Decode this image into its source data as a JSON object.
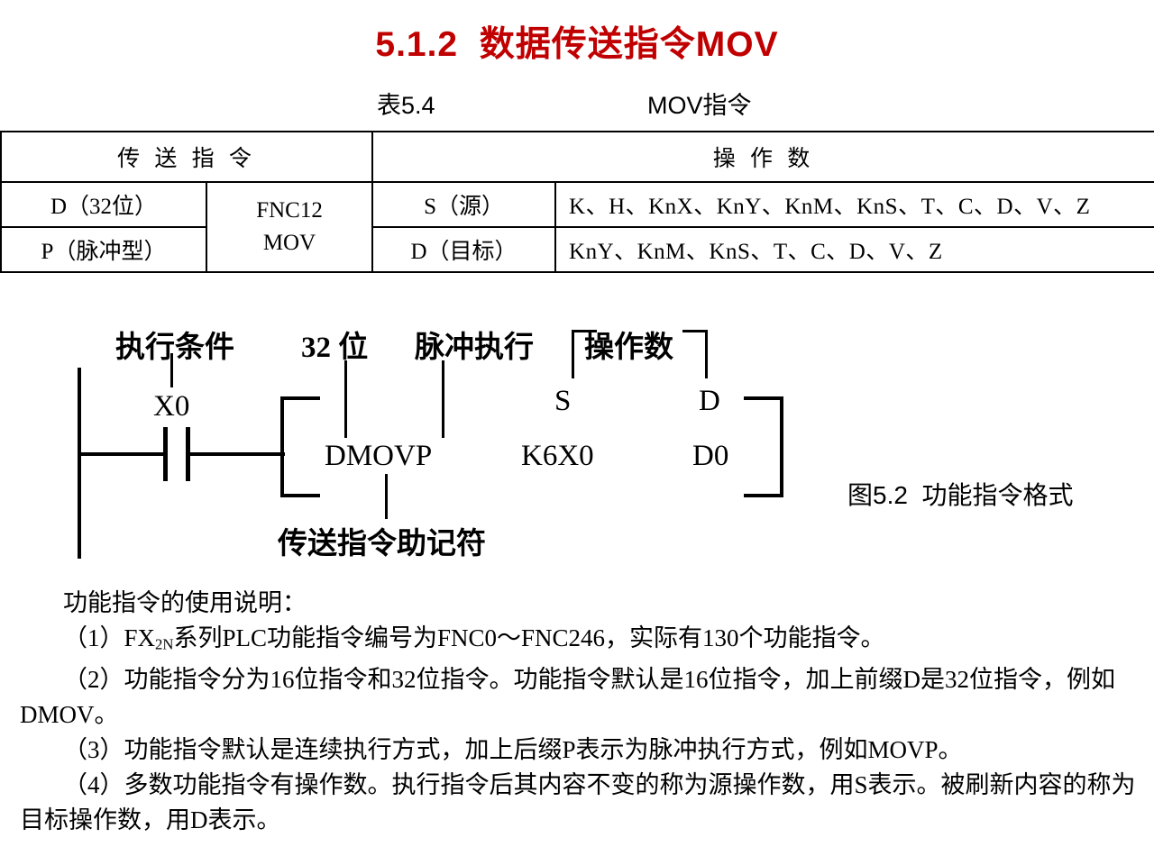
{
  "slide": {
    "title": "5.1.2  数据传送指令MOV"
  },
  "table_caption": {
    "number": "表5.4",
    "text": "MOV指令"
  },
  "table": {
    "headers": {
      "left": "传 送 指 令",
      "right": "操 作 数"
    },
    "rows": [
      {
        "modifier": "D（32位）",
        "instruction": "FNC12",
        "operand_label": "S（源）",
        "operand_values": "K、H、KnX、KnY、KnM、KnS、T、C、D、V、Z"
      },
      {
        "modifier": "P（脉冲型）",
        "instruction": "MOV",
        "operand_label": "D（目标）",
        "operand_values": "KnY、KnM、KnS、T、C、D、V、Z"
      }
    ]
  },
  "ladder": {
    "labels": {
      "exec_condition": "执行条件",
      "bit32": "32 位",
      "pulse_exec": "脉冲执行",
      "operands": "操作数",
      "mnemonic_note": "传送指令助记符"
    },
    "contact_name": "X0",
    "instruction": "DMOVP",
    "source_tag": "S",
    "dest_tag": "D",
    "source_value": "K6X0",
    "dest_value": "D0"
  },
  "figure_caption": "图5.2  功能指令格式",
  "notes": {
    "heading": "功能指令的使用说明：",
    "items": [
      {
        "prefix": "（1）FX",
        "subscript": "2N",
        "rest": "系列PLC功能指令编号为FNC0～FNC246，实际有130个功能指令。"
      },
      {
        "text": "（2）功能指令分为16位指令和32位指令。功能指令默认是16位指令，加上前缀D是32位指令，例如DMOV。"
      },
      {
        "text": "（3）功能指令默认是连续执行方式，加上后缀P表示为脉冲执行方式，例如MOVP。"
      },
      {
        "text": "（4）多数功能指令有操作数。执行指令后其内容不变的称为源操作数，用S表示。被刷新内容的称为目标操作数，用D表示。"
      }
    ]
  },
  "colors": {
    "title_red": "#c00000",
    "ink": "#000000",
    "background": "#ffffff"
  }
}
